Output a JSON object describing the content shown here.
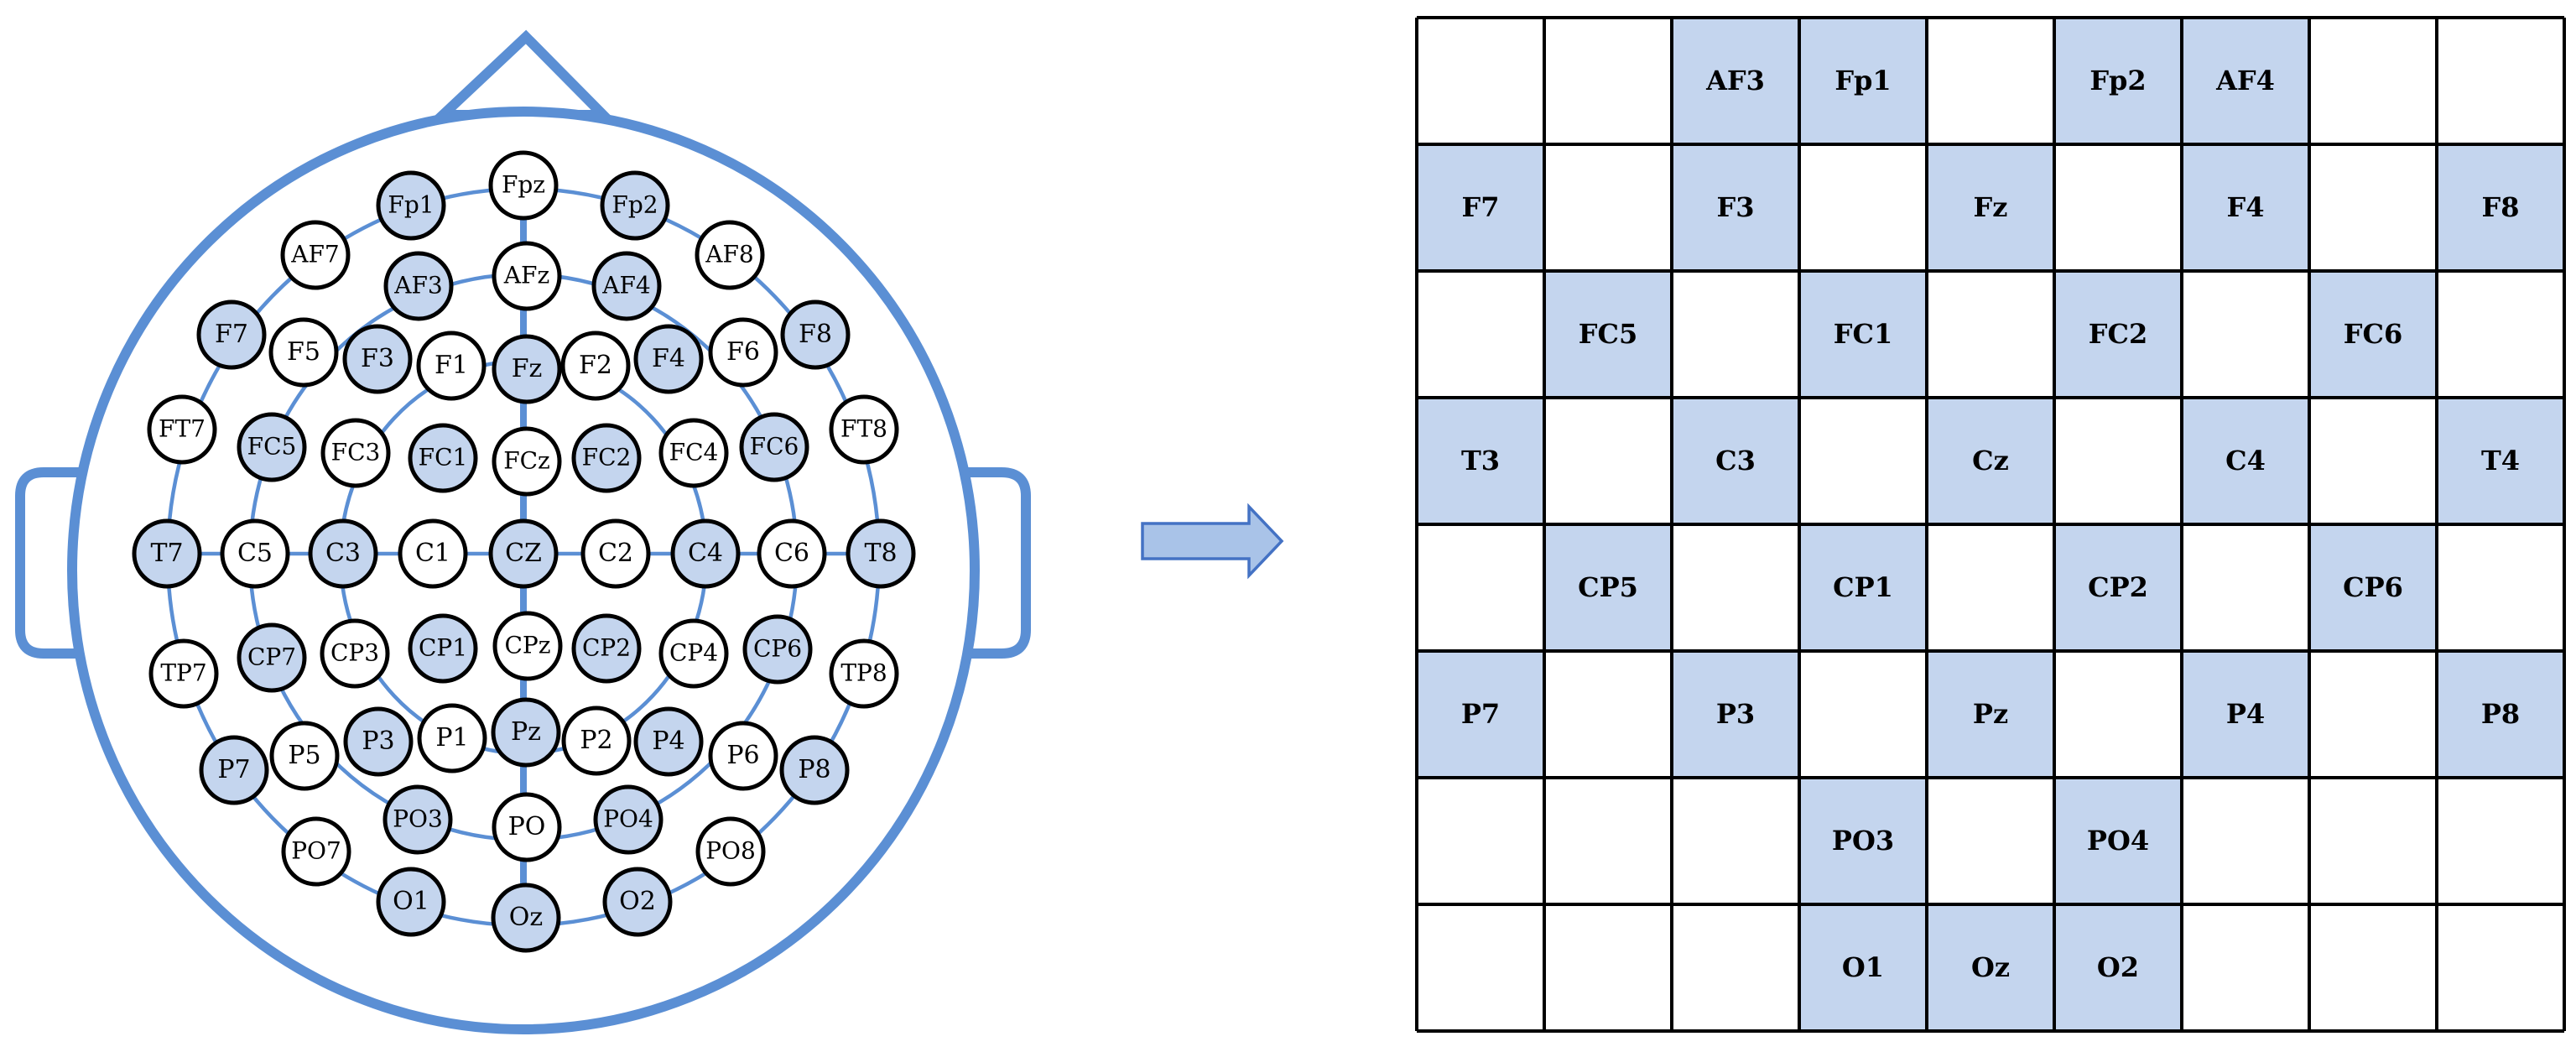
{
  "colors": {
    "head_outline": "#5b8fd4",
    "selected_fill": "#c4d5ee",
    "unselected_fill": "#ffffff",
    "electrode_stroke": "#000000",
    "grid_line": "#000000",
    "arrow_fill": "#a9c3e8",
    "arrow_stroke": "#4472c4",
    "text": "#000000"
  },
  "head_map": {
    "electrodes": [
      {
        "label": "Fpz",
        "selected": false
      },
      {
        "label": "Fp1",
        "selected": true
      },
      {
        "label": "Fp2",
        "selected": true
      },
      {
        "label": "AF7",
        "selected": false
      },
      {
        "label": "AF3",
        "selected": true
      },
      {
        "label": "AFz",
        "selected": false
      },
      {
        "label": "AF4",
        "selected": true
      },
      {
        "label": "AF8",
        "selected": false
      },
      {
        "label": "F7",
        "selected": true
      },
      {
        "label": "F5",
        "selected": false
      },
      {
        "label": "F3",
        "selected": true
      },
      {
        "label": "F1",
        "selected": false
      },
      {
        "label": "Fz",
        "selected": true
      },
      {
        "label": "F2",
        "selected": false
      },
      {
        "label": "F4",
        "selected": true
      },
      {
        "label": "F6",
        "selected": false
      },
      {
        "label": "F8",
        "selected": true
      },
      {
        "label": "FT7",
        "selected": false
      },
      {
        "label": "FC5",
        "selected": true
      },
      {
        "label": "FC3",
        "selected": false
      },
      {
        "label": "FC1",
        "selected": true
      },
      {
        "label": "FCz",
        "selected": false
      },
      {
        "label": "FC2",
        "selected": true
      },
      {
        "label": "FC4",
        "selected": false
      },
      {
        "label": "FC6",
        "selected": true
      },
      {
        "label": "FT8",
        "selected": false
      },
      {
        "label": "T7",
        "selected": true
      },
      {
        "label": "C5",
        "selected": false
      },
      {
        "label": "C3",
        "selected": true
      },
      {
        "label": "C1",
        "selected": false
      },
      {
        "label": "CZ",
        "selected": true
      },
      {
        "label": "C2",
        "selected": false
      },
      {
        "label": "C4",
        "selected": true
      },
      {
        "label": "C6",
        "selected": false
      },
      {
        "label": "T8",
        "selected": true
      },
      {
        "label": "TP7",
        "selected": false
      },
      {
        "label": "CP7",
        "selected": true
      },
      {
        "label": "CP3",
        "selected": false
      },
      {
        "label": "CP1",
        "selected": true
      },
      {
        "label": "CPz",
        "selected": false
      },
      {
        "label": "CP2",
        "selected": true
      },
      {
        "label": "CP4",
        "selected": false
      },
      {
        "label": "CP6",
        "selected": true
      },
      {
        "label": "TP8",
        "selected": false
      },
      {
        "label": "P7",
        "selected": true
      },
      {
        "label": "P5",
        "selected": false
      },
      {
        "label": "P3",
        "selected": true
      },
      {
        "label": "P1",
        "selected": false
      },
      {
        "label": "Pz",
        "selected": true
      },
      {
        "label": "P2",
        "selected": false
      },
      {
        "label": "P4",
        "selected": true
      },
      {
        "label": "P6",
        "selected": false
      },
      {
        "label": "P8",
        "selected": true
      },
      {
        "label": "PO7",
        "selected": false
      },
      {
        "label": "PO3",
        "selected": true
      },
      {
        "label": "PO",
        "selected": false
      },
      {
        "label": "PO4",
        "selected": true
      },
      {
        "label": "PO8",
        "selected": false
      },
      {
        "label": "O1",
        "selected": true
      },
      {
        "label": "Oz",
        "selected": true
      },
      {
        "label": "O2",
        "selected": true
      }
    ]
  },
  "grid": {
    "rows": [
      [
        "",
        "",
        "AF3",
        "Fp1",
        "",
        "Fp2",
        "AF4",
        "",
        ""
      ],
      [
        "F7",
        "",
        "F3",
        "",
        "Fz",
        "",
        "F4",
        "",
        "F8"
      ],
      [
        "",
        "FC5",
        "",
        "FC1",
        "",
        "FC2",
        "",
        "FC6",
        ""
      ],
      [
        "T3",
        "",
        "C3",
        "",
        "Cz",
        "",
        "C4",
        "",
        "T4"
      ],
      [
        "",
        "CP5",
        "",
        "CP1",
        "",
        "CP2",
        "",
        "CP6",
        ""
      ],
      [
        "P7",
        "",
        "P3",
        "",
        "Pz",
        "",
        "P4",
        "",
        "P8"
      ],
      [
        "",
        "",
        "",
        "PO3",
        "",
        "PO4",
        "",
        "",
        ""
      ],
      [
        "",
        "",
        "",
        "O1",
        "Oz",
        "O2",
        "",
        "",
        ""
      ]
    ]
  }
}
